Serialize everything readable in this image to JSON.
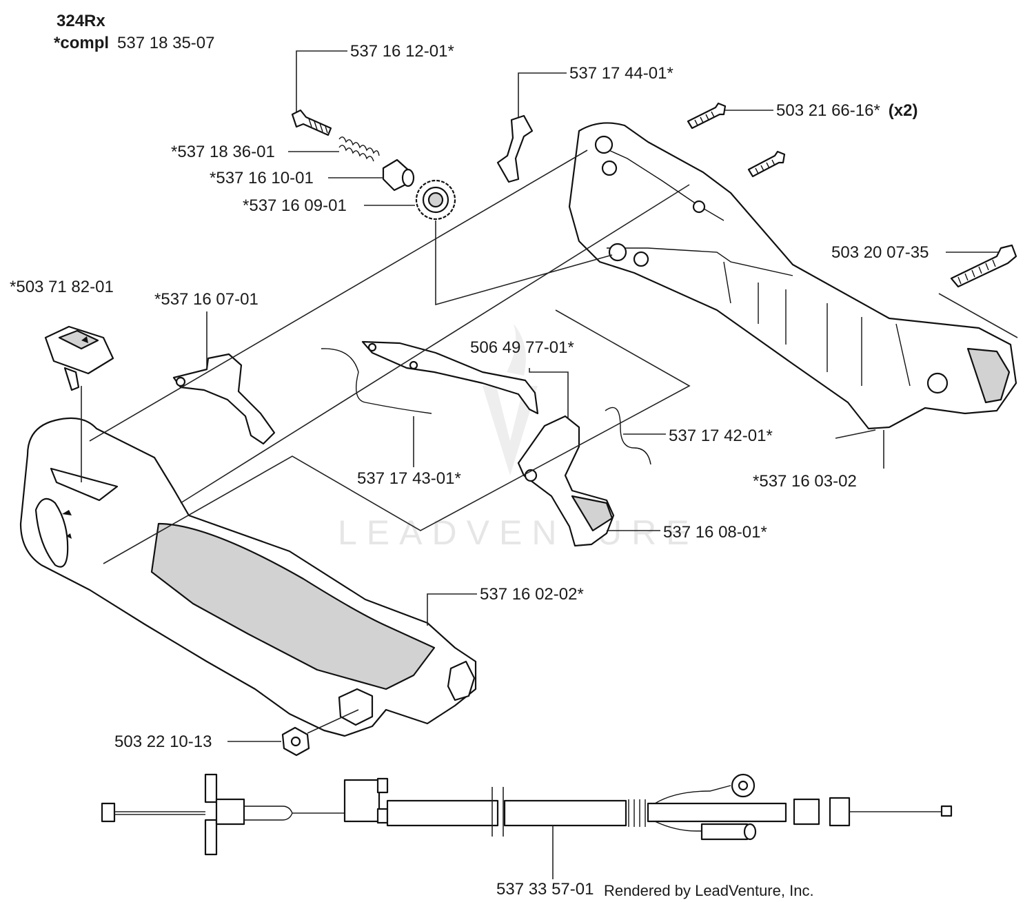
{
  "header": {
    "model": "324Rx",
    "compl_prefix": "*compl",
    "compl_number": "537 18 35-07"
  },
  "parts": [
    {
      "id": "p1",
      "number": "537 16 12-01*"
    },
    {
      "id": "p2",
      "number": "537 17 44-01*"
    },
    {
      "id": "p3",
      "number": "503 21 66-16*",
      "qty": "(x2)"
    },
    {
      "id": "p4",
      "number": "*537 18 36-01"
    },
    {
      "id": "p5",
      "number": "*537 16 10-01"
    },
    {
      "id": "p6",
      "number": "*537 16 09-01"
    },
    {
      "id": "p7",
      "number": "503 20 07-35"
    },
    {
      "id": "p8",
      "number": "*503 71 82-01"
    },
    {
      "id": "p9",
      "number": "*537 16 07-01"
    },
    {
      "id": "p10",
      "number": "506 49 77-01*"
    },
    {
      "id": "p11",
      "number": "537 17 42-01*"
    },
    {
      "id": "p12",
      "number": "537 17 43-01*"
    },
    {
      "id": "p13",
      "number": "*537 16 03-02"
    },
    {
      "id": "p14",
      "number": "537 16 08-01*"
    },
    {
      "id": "p15",
      "number": "537 16 02-02*"
    },
    {
      "id": "p16",
      "number": "503 22 10-13"
    },
    {
      "id": "p17",
      "number": "537 33 57-01"
    }
  ],
  "footer": {
    "rendered_by": "Rendered by LeadVenture, Inc."
  },
  "watermark": {
    "text": "LEADVENTURE"
  }
}
